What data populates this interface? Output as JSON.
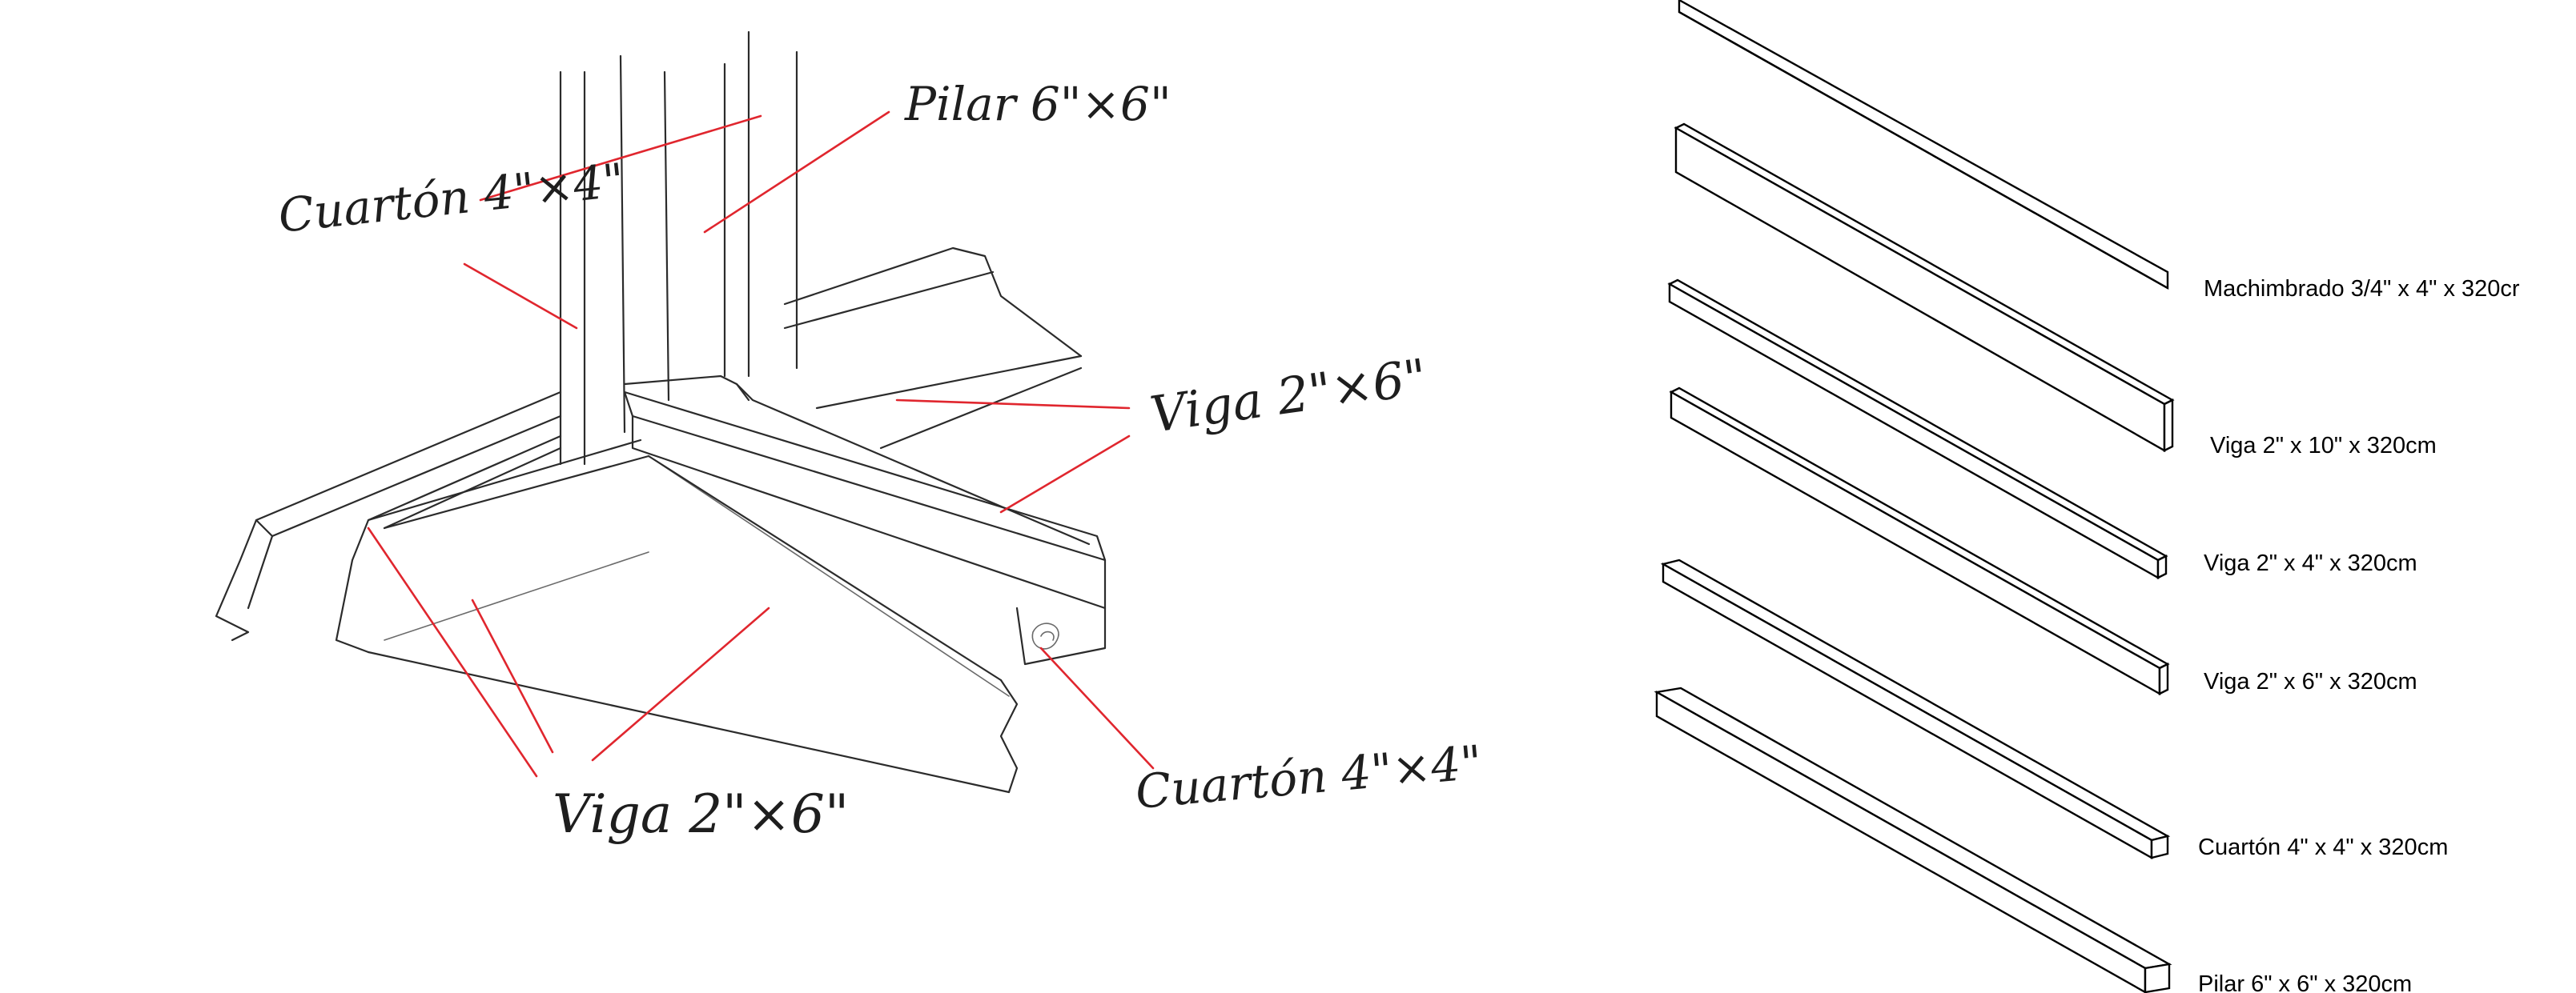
{
  "sketch": {
    "labels": {
      "pilar": "Pilar 6\"×6\"",
      "cuarton_top": "Cuartón 4\"×4\"",
      "viga_right": "Viga 2\"×6\"",
      "viga_bottom": "Viga 2\"×6\"",
      "cuarton_bottom": "Cuartón 4\"×4\""
    }
  },
  "legend": {
    "items": [
      {
        "label": "Machimbrado  3/4\" x 4\" x 320cr"
      },
      {
        "label": "Viga 2\" x 10\" x 320cm"
      },
      {
        "label": "Viga 2\" x 4\" x 320cm"
      },
      {
        "label": "Viga 2\" x 6\" x 320cm"
      },
      {
        "label": "Cuartón 4\" x 4\" x 320cm"
      },
      {
        "label": "Pilar 6\" x 6\" x 320cm"
      }
    ]
  },
  "colors": {
    "annotation": "#e0262e",
    "pencil": "#2b2b2b",
    "cad": "#000000"
  }
}
